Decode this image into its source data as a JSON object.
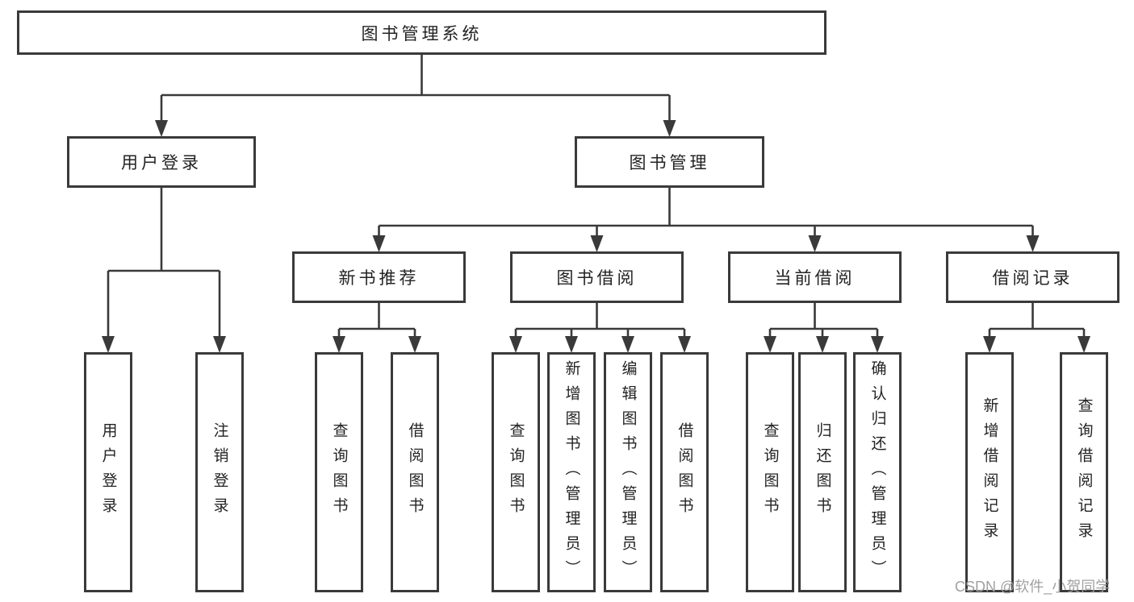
{
  "watermark": "CSDN @软件_小贺同学",
  "colors": {
    "line": "#3a3a3a",
    "box_border": "#3a3a3a",
    "text": "#232323",
    "watermark": "#a0a0a0",
    "background": "#ffffff"
  },
  "tree": {
    "label": "图书管理系统",
    "children": [
      {
        "label": "用户登录",
        "children": [
          {
            "label": "用户登录"
          },
          {
            "label": "注销登录"
          }
        ]
      },
      {
        "label": "图书管理",
        "children": [
          {
            "label": "新书推荐",
            "children": [
              {
                "label": "查询图书"
              },
              {
                "label": "借阅图书"
              }
            ]
          },
          {
            "label": "图书借阅",
            "children": [
              {
                "label": "查询图书"
              },
              {
                "label": "新增图书（管理员）"
              },
              {
                "label": "编辑图书（管理员）"
              },
              {
                "label": "借阅图书"
              }
            ]
          },
          {
            "label": "当前借阅",
            "children": [
              {
                "label": "查询图书"
              },
              {
                "label": "归还图书"
              },
              {
                "label": "确认归还（管理员）"
              }
            ]
          },
          {
            "label": "借阅记录",
            "children": [
              {
                "label": "新增借阅记录"
              },
              {
                "label": "查询借阅记录"
              }
            ]
          }
        ]
      }
    ]
  }
}
